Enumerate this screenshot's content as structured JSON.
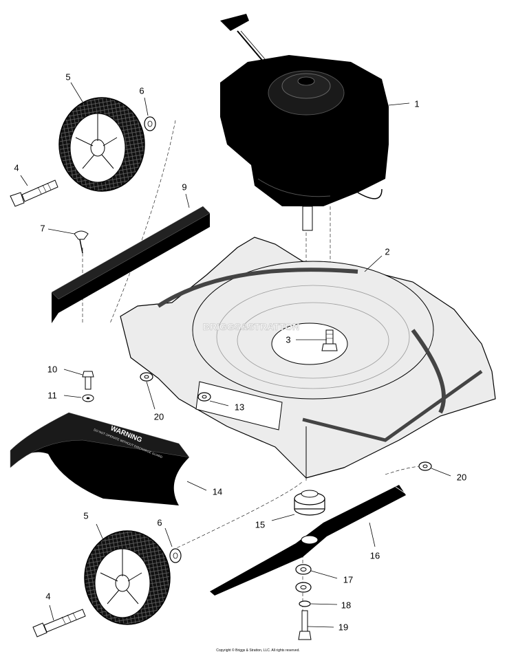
{
  "diagram": {
    "callouts": {
      "c1": "1",
      "c2": "2",
      "c3": "3",
      "c4a": "4",
      "c4b": "4",
      "c5a": "5",
      "c5b": "5",
      "c6a": "6",
      "c6b": "6",
      "c7": "7",
      "c9": "9",
      "c10": "10",
      "c11": "11",
      "c13": "13",
      "c14": "14",
      "c15": "15",
      "c16": "16",
      "c17": "17",
      "c18": "18",
      "c19": "19",
      "c20a": "20",
      "c20b": "20"
    },
    "deck_logo": "BRIGGS&STRATTON",
    "chute_warning": "WARNING",
    "chute_subtext": "DO NOT OPERATE WITHOUT DISCHARGE GUARD",
    "copyright": "Copyright © Briggs & Stratton, LLC. All rights reserved."
  },
  "colors": {
    "part_black": "#000000",
    "deck_fill": "#ebebeb",
    "leader": "#000000"
  }
}
